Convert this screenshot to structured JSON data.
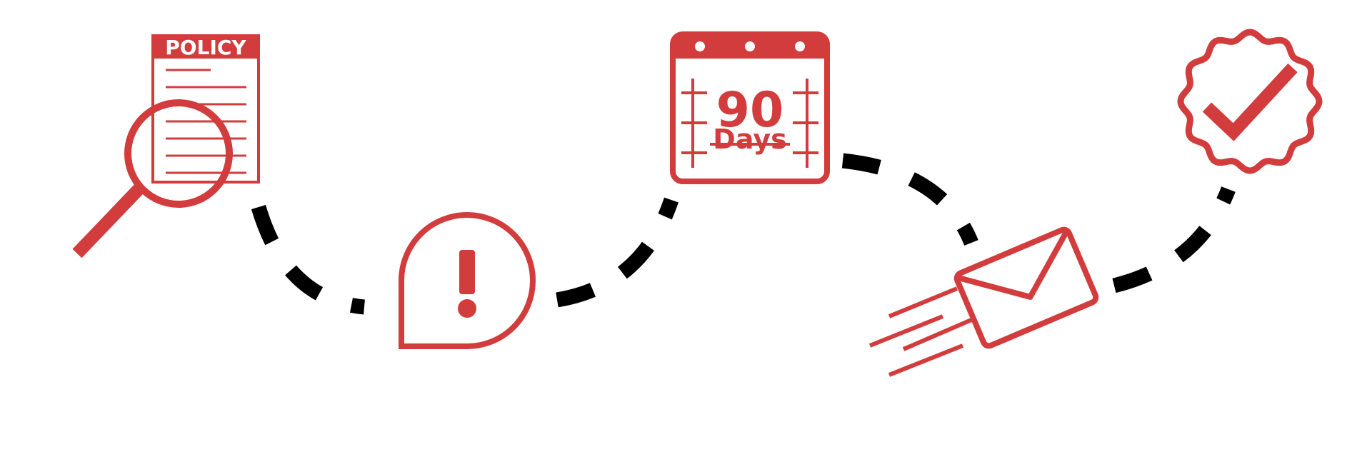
{
  "colors": {
    "accent": "#d23c3c",
    "path": "#000000",
    "background": "#ffffff"
  },
  "steps": [
    {
      "icon": "policy-search-icon",
      "label": "POLICY"
    },
    {
      "icon": "alert-bubble-icon",
      "label": "!"
    },
    {
      "icon": "calendar-icon",
      "number": "90",
      "unit": "Days"
    },
    {
      "icon": "flying-envelope-icon"
    },
    {
      "icon": "check-badge-icon"
    }
  ]
}
